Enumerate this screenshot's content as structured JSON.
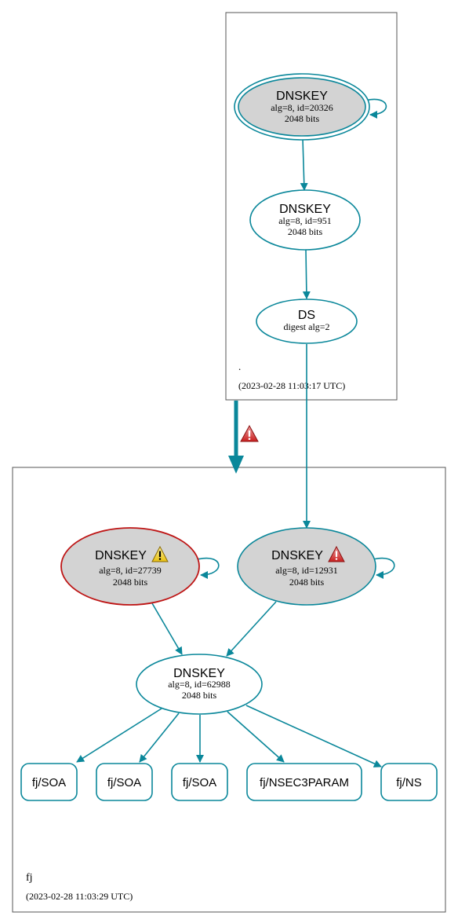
{
  "zones": {
    "root": {
      "name": ".",
      "timestamp": "(2023-02-28 11:03:17 UTC)"
    },
    "fj": {
      "name": "fj",
      "timestamp": "(2023-02-28 11:03:29 UTC)"
    }
  },
  "nodes": {
    "root_ksk": {
      "title": "DNSKEY",
      "line1": "alg=8, id=20326",
      "line2": "2048 bits"
    },
    "root_zsk": {
      "title": "DNSKEY",
      "line1": "alg=8, id=951",
      "line2": "2048 bits"
    },
    "ds": {
      "title": "DS",
      "line1": "digest alg=2"
    },
    "fj_ksk_warn": {
      "title": "DNSKEY",
      "line1": "alg=8, id=27739",
      "line2": "2048 bits"
    },
    "fj_ksk_err": {
      "title": "DNSKEY",
      "line1": "alg=8, id=12931",
      "line2": "2048 bits"
    },
    "fj_zsk": {
      "title": "DNSKEY",
      "line1": "alg=8, id=62988",
      "line2": "2048 bits"
    }
  },
  "records": [
    "fj/SOA",
    "fj/SOA",
    "fj/SOA",
    "fj/NSEC3PARAM",
    "fj/NS"
  ],
  "icons": {
    "delegation": "error-triangle-icon",
    "fj_ksk_warn": "warning-triangle-icon",
    "fj_ksk_err": "error-triangle-icon"
  },
  "colors": {
    "edge": "#0a879a",
    "zone_border": "#555555",
    "node_fill_secure": "#d3d3d3",
    "node_border_error": "#be1515",
    "warning_yellow": "#f4d21f",
    "error_red": "#d42a2a",
    "text": "#000000"
  }
}
